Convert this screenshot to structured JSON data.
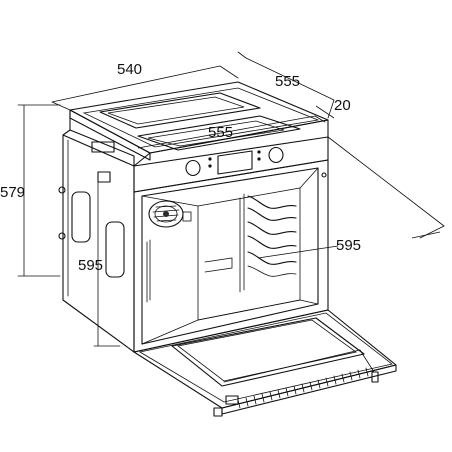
{
  "dimensions": {
    "width_top": "540",
    "depth_top": "555",
    "front_offset": "20",
    "inner_width": "555",
    "height_left": "579",
    "side_height": "595",
    "diagonal_depth": "595"
  },
  "colors": {
    "line": "#111111",
    "glass": "#e6e6e6",
    "body_shade": "#f1f1f1",
    "dark": "#2b2b2b"
  }
}
